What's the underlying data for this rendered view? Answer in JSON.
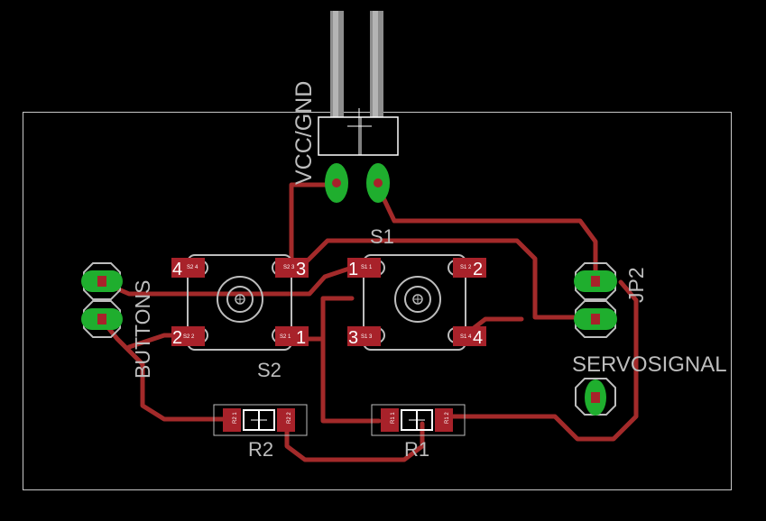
{
  "colors": {
    "background": "#000000",
    "board_outline": "#c8c8c8",
    "copper_trace": "#a32a2a",
    "pad_copper": "#a8222a",
    "via_green": "#1fae2e",
    "silkscreen": "#bdbdbd",
    "pad_text": "#ffffff"
  },
  "labels": {
    "vcc_gnd": "VCC/GND",
    "s1": "S1",
    "s2": "S2",
    "jp2": "JP2",
    "buttons": "BUTTONS",
    "servosignal": "SERVOSIGNAL",
    "r1": "R1",
    "r2": "R2"
  },
  "s2_pins": {
    "p4": "4",
    "p3": "3",
    "p2": "2",
    "p1": "1"
  },
  "s1_pins": {
    "p1": "1",
    "p2": "2",
    "p3": "3",
    "p4": "4"
  },
  "pad_tiny": {
    "s2_p4": "S2 4",
    "s2_p3": "S2 3",
    "s2_p2": "S2 2",
    "s2_p1": "S2 1",
    "s1_p1": "S1 1",
    "s1_p2": "S1 2",
    "s1_p3": "S1 3",
    "s1_p4": "S1 4",
    "r2_1": "R2 1",
    "r2_2": "R2 2",
    "r1_1": "R1 1",
    "r1_2": "R1 2"
  }
}
